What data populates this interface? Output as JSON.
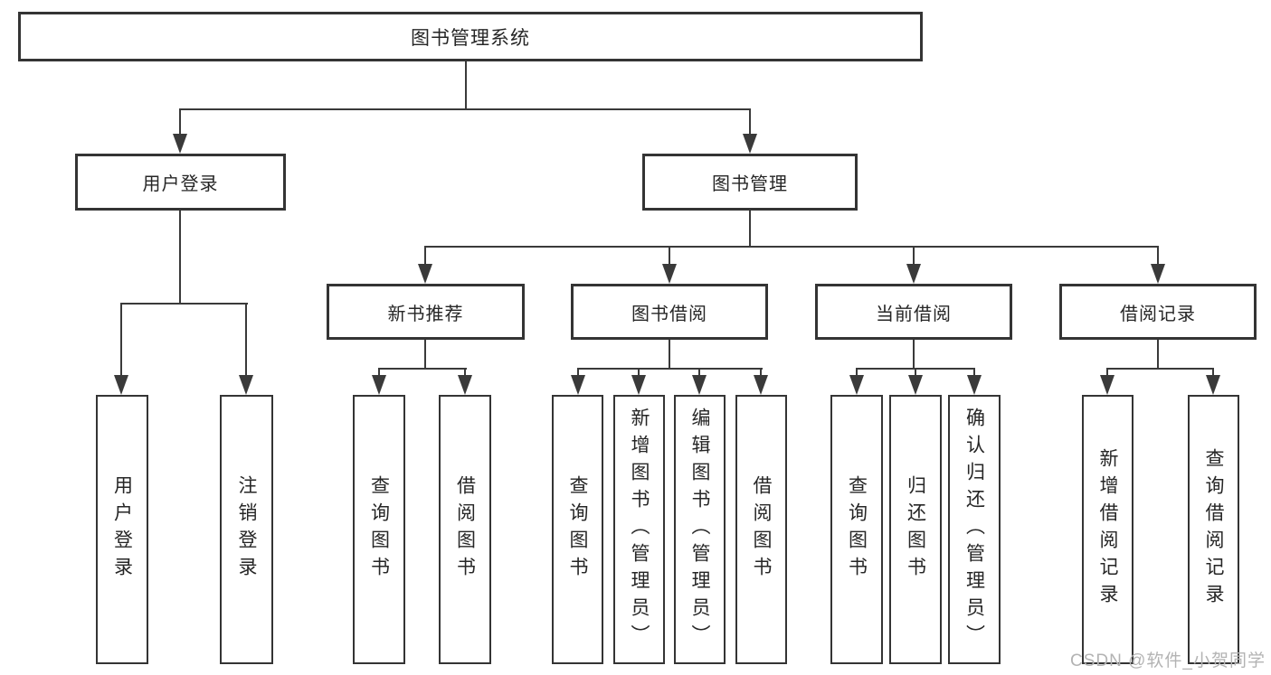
{
  "diagram": {
    "title": "图书管理系统",
    "root": {
      "label": "图书管理系统"
    },
    "branches": [
      {
        "label": "用户登录",
        "children": [
          {
            "label": "用户登录"
          },
          {
            "label": "注销登录"
          }
        ]
      },
      {
        "label": "图书管理",
        "children": [
          {
            "label": "新书推荐",
            "children": [
              {
                "label": "查询图书"
              },
              {
                "label": "借阅图书"
              }
            ]
          },
          {
            "label": "图书借阅",
            "children": [
              {
                "label": "查询图书"
              },
              {
                "label": "新增图书（管理员）"
              },
              {
                "label": "编辑图书（管理员）"
              },
              {
                "label": "借阅图书"
              }
            ]
          },
          {
            "label": "当前借阅",
            "children": [
              {
                "label": "查询图书"
              },
              {
                "label": "归还图书"
              },
              {
                "label": "确认归还（管理员）"
              }
            ]
          },
          {
            "label": "借阅记录",
            "children": [
              {
                "label": "新增借阅记录"
              },
              {
                "label": "查询借阅记录"
              }
            ]
          }
        ]
      }
    ]
  },
  "watermark": {
    "text": "CSDN @软件_小贺同学"
  },
  "colors": {
    "line": "#3a3a3a",
    "border": "#343434",
    "text": "#262626",
    "watermark": "#b3b3b3",
    "background": "#ffffff"
  }
}
